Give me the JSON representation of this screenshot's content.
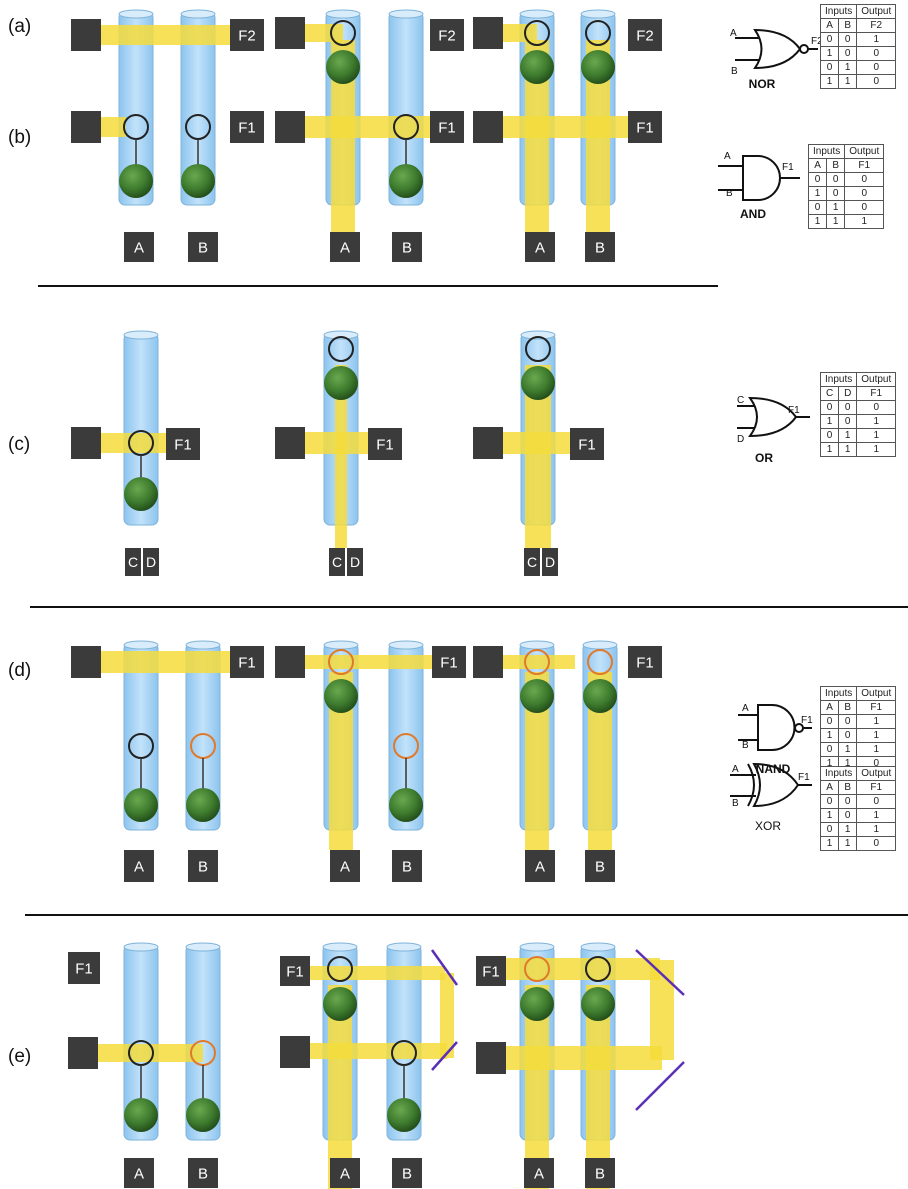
{
  "section_labels": [
    "(a)",
    "(b)",
    "(c)",
    "(d)",
    "(e)"
  ],
  "gate_names": {
    "nor": "NOR",
    "and": "AND",
    "or": "OR",
    "nand": "NAND",
    "xor": "XOR"
  },
  "output_labels": {
    "f1": "F1",
    "f2": "F2"
  },
  "input_labels": {
    "a": "A",
    "b": "B",
    "c": "C",
    "d": "D"
  },
  "colors": {
    "tube": "#a9d3f5",
    "beam": "#f5dc3c",
    "emitter": "#3b3b3b",
    "ball": "#3f7d2f",
    "orange_ring": "#e07a2a",
    "mirror": "#5a2fb5"
  },
  "truth_tables": {
    "nor": {
      "header_inputs": "Inputs",
      "header_output": "Output",
      "cols": [
        "A",
        "B",
        "F2"
      ],
      "rows": [
        [
          "0",
          "0",
          "1"
        ],
        [
          "1",
          "0",
          "0"
        ],
        [
          "0",
          "1",
          "0"
        ],
        [
          "1",
          "1",
          "0"
        ]
      ]
    },
    "and": {
      "header_inputs": "Inputs",
      "header_output": "Output",
      "cols": [
        "A",
        "B",
        "F1"
      ],
      "rows": [
        [
          "0",
          "0",
          "0"
        ],
        [
          "1",
          "0",
          "0"
        ],
        [
          "0",
          "1",
          "0"
        ],
        [
          "1",
          "1",
          "1"
        ]
      ]
    },
    "or": {
      "header_inputs": "Inputs",
      "header_output": "Output",
      "cols": [
        "C",
        "D",
        "F1"
      ],
      "rows": [
        [
          "0",
          "0",
          "0"
        ],
        [
          "1",
          "0",
          "1"
        ],
        [
          "0",
          "1",
          "1"
        ],
        [
          "1",
          "1",
          "1"
        ]
      ]
    },
    "nand": {
      "header_inputs": "Inputs",
      "header_output": "Output",
      "cols": [
        "A",
        "B",
        "F1"
      ],
      "rows": [
        [
          "0",
          "0",
          "1"
        ],
        [
          "1",
          "0",
          "1"
        ],
        [
          "0",
          "1",
          "1"
        ],
        [
          "1",
          "1",
          "0"
        ]
      ]
    },
    "xor": {
      "header_inputs": "Inputs",
      "header_output": "Output",
      "cols": [
        "A",
        "B",
        "F1"
      ],
      "rows": [
        [
          "0",
          "0",
          "0"
        ],
        [
          "1",
          "0",
          "1"
        ],
        [
          "0",
          "1",
          "1"
        ],
        [
          "1",
          "1",
          "0"
        ]
      ]
    }
  }
}
